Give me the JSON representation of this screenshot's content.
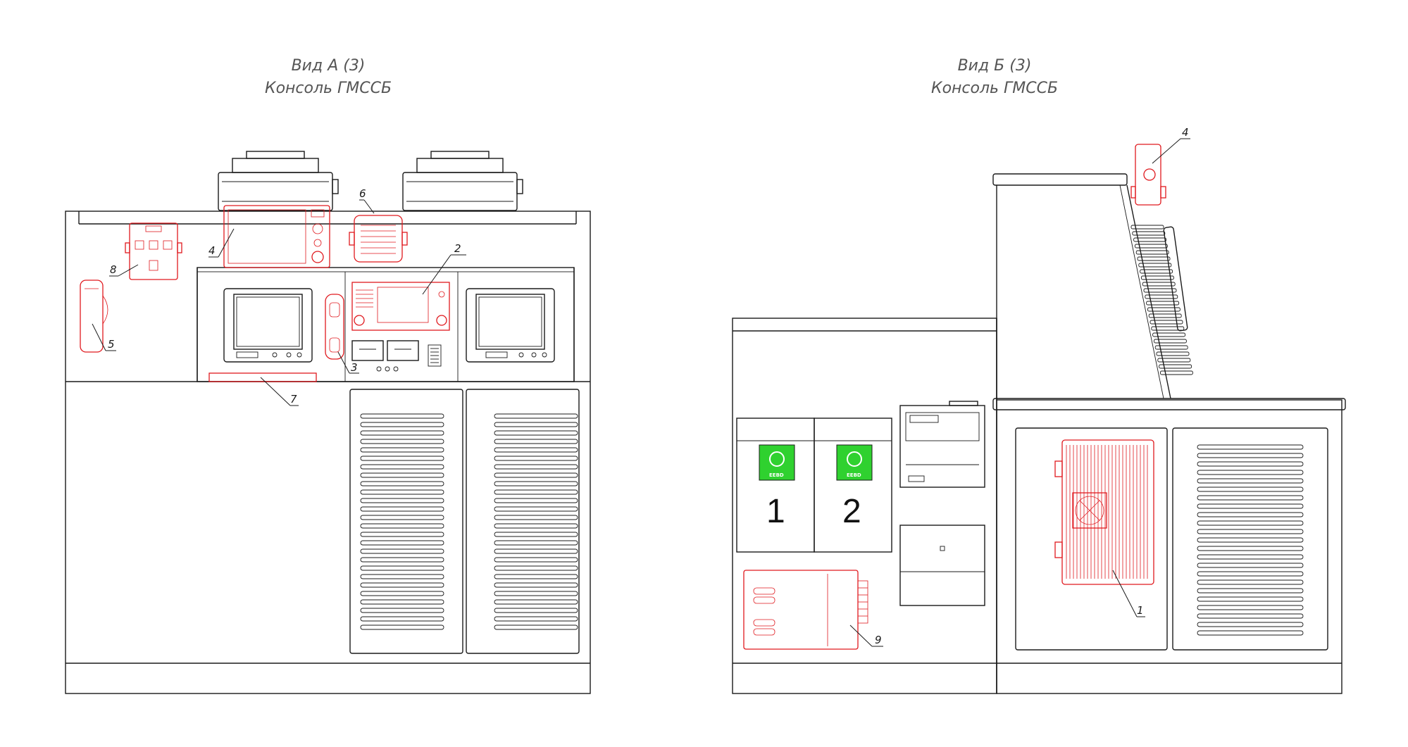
{
  "views": [
    {
      "title_line1": "Вид А (3)",
      "title_line2": "Консоль ГМССБ"
    },
    {
      "title_line1": "Вид Б (3)",
      "title_line2": "Консоль ГМССБ"
    }
  ],
  "callouts_a": [
    "2",
    "3",
    "4",
    "5",
    "6",
    "7",
    "8"
  ],
  "callouts_b": [
    "1",
    "4",
    "9"
  ],
  "cabinet_numbers": [
    "1",
    "2"
  ],
  "sign_label": "EEBD",
  "colors": {
    "outline": "#1a1a1a",
    "highlight": "#e0191e",
    "sign": "#2fd12f"
  }
}
